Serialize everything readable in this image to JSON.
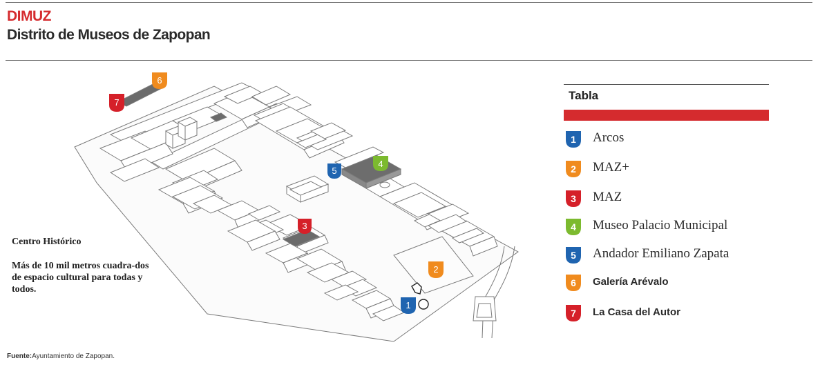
{
  "header": {
    "brand": "DIMUZ",
    "title": "Distrito de Museos de Zapopan"
  },
  "map": {
    "district_label": "Centro Histórico",
    "district_text": "Más de 10 mil metros cuadra-dos de espacio cultural para todas y todos.",
    "markers": [
      {
        "num": "1",
        "color": "#1f64b0"
      },
      {
        "num": "2",
        "color": "#f08b1e"
      },
      {
        "num": "3",
        "color": "#d52029"
      },
      {
        "num": "4",
        "color": "#7cba2f"
      },
      {
        "num": "5",
        "color": "#1f64b0"
      },
      {
        "num": "6",
        "color": "#f08b1e"
      },
      {
        "num": "7",
        "color": "#d52029"
      }
    ]
  },
  "legend": {
    "title": "Tabla",
    "accent": "#d52b2e",
    "items": [
      {
        "num": "1",
        "label": "Arcos",
        "color": "#1f64b0"
      },
      {
        "num": "2",
        "label": "MAZ+",
        "color": "#f08b1e"
      },
      {
        "num": "3",
        "label": "MAZ",
        "color": "#d52029"
      },
      {
        "num": "4",
        "label": "Museo Palacio Municipal",
        "color": "#7cba2f"
      },
      {
        "num": "5",
        "label": "Andador Emiliano Zapata",
        "color": "#1f64b0"
      },
      {
        "num": "6",
        "label": "Galería Arévalo",
        "color": "#f08b1e"
      },
      {
        "num": "7",
        "label": "La Casa del Autor",
        "color": "#d52029"
      }
    ]
  },
  "footer": {
    "source_label": "Fuente:",
    "source_text": "Ayuntamiento de Zapopan."
  }
}
